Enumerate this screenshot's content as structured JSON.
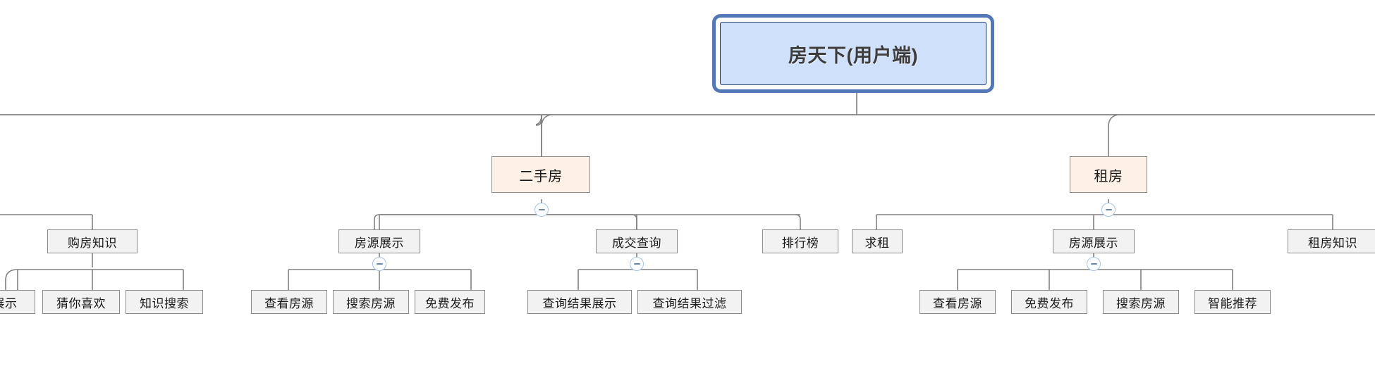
{
  "diagram": {
    "type": "mindmap-tree",
    "title": "房天下(用户端)",
    "orientation": "top-down",
    "colors": {
      "root_fill": "#cfe0fb",
      "root_border": "#5378b8",
      "level2_fill": "#fdf1e6",
      "level2_border": "#8c8c8c",
      "leaf_fill": "#f2f2f2",
      "leaf_border": "#8c8c8c",
      "connector": "#808080",
      "toggle_border": "#a9c3e0"
    }
  },
  "root": {
    "label": "房天下(用户端)"
  },
  "level2": [
    {
      "id": "ershoufang",
      "label": "二手房",
      "toggle": "collapse-minus"
    },
    {
      "id": "zufang",
      "label": "租房",
      "toggle": "collapse-minus"
    }
  ],
  "level3": [
    {
      "id": "gfzs",
      "label": "购房知识"
    },
    {
      "id": "fyzs_a",
      "label": "房源展示",
      "toggle": "collapse-minus"
    },
    {
      "id": "cjcx",
      "label": "成交查询",
      "toggle": "collapse-minus"
    },
    {
      "id": "phb",
      "label": "排行榜"
    },
    {
      "id": "qz",
      "label": "求租"
    },
    {
      "id": "fyzs_b",
      "label": "房源展示",
      "toggle": "collapse-minus"
    },
    {
      "id": "zfzs",
      "label": "租房知识"
    }
  ],
  "level4": [
    {
      "id": "zs_cut",
      "label": "展示"
    },
    {
      "id": "cnxh",
      "label": "猜你喜欢"
    },
    {
      "id": "zssx",
      "label": "知识搜索"
    },
    {
      "id": "ckfy1",
      "label": "查看房源"
    },
    {
      "id": "ssfy1",
      "label": "搜索房源"
    },
    {
      "id": "mffb1",
      "label": "免费发布"
    },
    {
      "id": "cxjgzs",
      "label": "查询结果展示"
    },
    {
      "id": "cxjggl",
      "label": "查询结果过滤"
    },
    {
      "id": "ckfy2",
      "label": "查看房源"
    },
    {
      "id": "mffb2",
      "label": "免费发布"
    },
    {
      "id": "ssfy2",
      "label": "搜索房源"
    },
    {
      "id": "znth",
      "label": "智能推荐"
    }
  ],
  "toggles": {
    "minus_symbol": "−",
    "icon_name": "collapse-minus-icon"
  }
}
